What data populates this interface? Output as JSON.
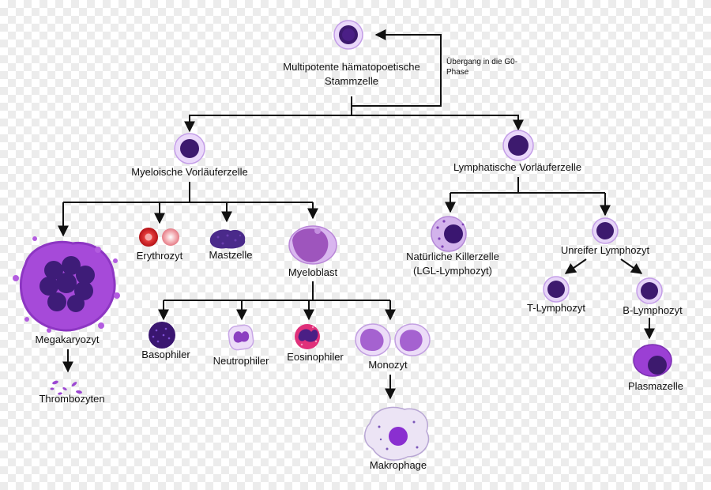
{
  "labels": {
    "stem": "Multipotente hämatopoetische Stammzelle",
    "g0": "Übergang in die G0-Phase",
    "myeloid": "Myeloische Vorläuferzelle",
    "lymphoid": "Lymphatische Vorläuferzelle",
    "megakaryocyte": "Megakaryozyt",
    "thrombocytes": "Thrombozyten",
    "erythrocyte": "Erythrozyt",
    "mast": "Mastzelle",
    "myeloblast": "Myeloblast",
    "basophil": "Basophiler",
    "neutrophil": "Neutrophiler",
    "eosinophil": "Eosinophiler",
    "monocyte": "Monozyt",
    "macrophage": "Makrophage",
    "nk": "Natürliche Killerzelle",
    "nk_alt": "(LGL-Lymphozyt)",
    "immature": "Unreifer Lymphozyt",
    "t": "T-Lymphozyt",
    "b": "B-Lymphozyt",
    "plasma": "Plasmazelle"
  },
  "colors": {
    "line": "#111111",
    "cell_dark": "#3d1a6e",
    "cell_mid": "#9c4dd4",
    "cell_light": "#e6d4f7",
    "red": "#d81f26",
    "pink": "#e0307a"
  }
}
